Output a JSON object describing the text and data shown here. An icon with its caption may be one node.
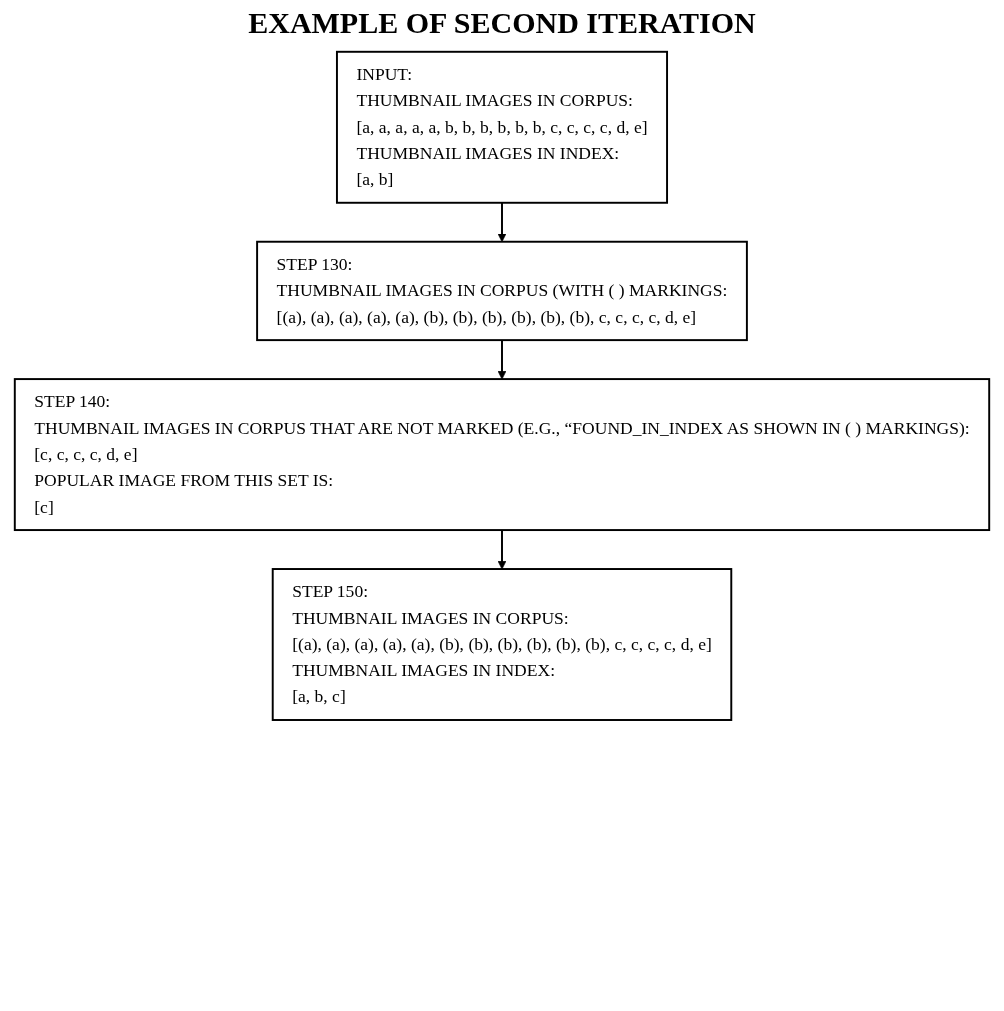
{
  "diagram": {
    "title": "EXAMPLE OF SECOND ITERATION",
    "nodes": [
      {
        "text": [
          "INPUT:",
          "THUMBNAIL IMAGES IN CORPUS:",
          "[a, a, a, a, a, b, b, b, b, b, b, c, c, c, c, d, e]",
          "THUMBNAIL IMAGES IN INDEX:",
          "[a, b]"
        ]
      },
      {
        "text": [
          "STEP 130:",
          "THUMBNAIL IMAGES IN CORPUS (WITH ( ) MARKINGS:",
          "[(a), (a), (a), (a), (a), (b), (b), (b), (b), (b), (b), c, c, c, c, d, e]"
        ]
      },
      {
        "text": [
          "STEP 140:",
          "THUMBNAIL IMAGES IN CORPUS THAT ARE NOT MARKED (E.G., “FOUND_IN_INDEX AS SHOWN IN ( ) MARKINGS):",
          "[c, c, c, c, d, e]",
          "POPULAR IMAGE FROM THIS SET IS:",
          "[c]"
        ]
      },
      {
        "text": [
          "STEP 150:",
          "THUMBNAIL IMAGES IN CORPUS:",
          "[(a), (a), (a), (a), (a), (b), (b), (b), (b), (b), (b), c, c, c, c, d, e]",
          "THUMBNAIL IMAGES IN INDEX:",
          "[a, b, c]"
        ]
      }
    ],
    "edges": [
      {
        "from": 0,
        "to": 1,
        "arrow": "to"
      },
      {
        "from": 1,
        "to": 2,
        "arrow": "to"
      },
      {
        "from": 2,
        "to": 3,
        "arrow": "to"
      }
    ]
  }
}
